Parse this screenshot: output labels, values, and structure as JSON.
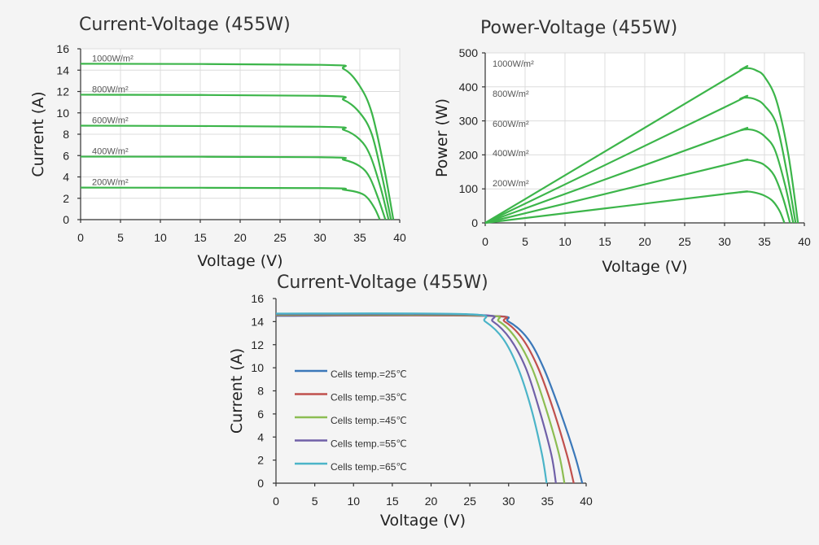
{
  "chart_data": [
    {
      "id": "iv-irradiance",
      "type": "line",
      "title": "Current-Voltage  (455W)",
      "xlabel": "Voltage (V)",
      "ylabel": "Current (A)",
      "xlim": [
        0,
        40
      ],
      "ylim": [
        0,
        16
      ],
      "xticks": [
        0,
        5,
        10,
        15,
        20,
        25,
        30,
        35,
        40
      ],
      "yticks": [
        0,
        2,
        4,
        6,
        8,
        10,
        12,
        14,
        16
      ],
      "grid": true,
      "series": [
        {
          "name": "1000W/m²",
          "color": "#3cb54a",
          "x": [
            0,
            30,
            33,
            35,
            36.5,
            38,
            39.2
          ],
          "y": [
            14.6,
            14.5,
            14.1,
            12.5,
            10,
            5,
            0
          ]
        },
        {
          "name": "800W/m²",
          "color": "#3cb54a",
          "x": [
            0,
            30,
            33,
            35,
            36.5,
            37.8,
            38.9
          ],
          "y": [
            11.7,
            11.6,
            11.2,
            10,
            8,
            4,
            0
          ]
        },
        {
          "name": "600W/m²",
          "color": "#3cb54a",
          "x": [
            0,
            30,
            33,
            35,
            36.3,
            37.6,
            38.6
          ],
          "y": [
            8.8,
            8.7,
            8.4,
            7.5,
            6,
            3,
            0
          ]
        },
        {
          "name": "400W/m²",
          "color": "#3cb54a",
          "x": [
            0,
            30,
            33,
            35,
            36.2,
            37.3,
            38.2
          ],
          "y": [
            5.9,
            5.85,
            5.6,
            5,
            4,
            2,
            0
          ]
        },
        {
          "name": "200W/m²",
          "color": "#3cb54a",
          "x": [
            0,
            30,
            33,
            35,
            36,
            36.9,
            37.5
          ],
          "y": [
            3.0,
            2.95,
            2.8,
            2.5,
            2,
            1,
            0
          ]
        }
      ]
    },
    {
      "id": "pv-irradiance",
      "type": "line",
      "title": "Power-Voltage  (455W)",
      "xlabel": "Voltage (V)",
      "ylabel": "Power (W)",
      "xlim": [
        0,
        40
      ],
      "ylim": [
        0,
        500
      ],
      "xticks": [
        0,
        5,
        10,
        15,
        20,
        25,
        30,
        35,
        40
      ],
      "yticks": [
        0,
        100,
        200,
        300,
        400,
        500
      ],
      "grid": true,
      "series": [
        {
          "name": "1000W/m²",
          "color": "#3cb54a",
          "x": [
            0,
            30,
            32,
            33,
            34,
            35,
            36.5,
            38,
            39.2
          ],
          "y": [
            0,
            420,
            450,
            455,
            448,
            430,
            360,
            200,
            0
          ]
        },
        {
          "name": "800W/m²",
          "color": "#3cb54a",
          "x": [
            0,
            30,
            32,
            33,
            34,
            35,
            36.5,
            37.8,
            38.9
          ],
          "y": [
            0,
            340,
            365,
            368,
            362,
            345,
            290,
            150,
            0
          ]
        },
        {
          "name": "600W/m²",
          "color": "#3cb54a",
          "x": [
            0,
            30,
            32,
            33,
            34,
            35,
            36.3,
            37.6,
            38.6
          ],
          "y": [
            0,
            255,
            272,
            275,
            270,
            255,
            215,
            110,
            0
          ]
        },
        {
          "name": "400W/m²",
          "color": "#3cb54a",
          "x": [
            0,
            30,
            32,
            33,
            34,
            35,
            36.2,
            37.3,
            38.2
          ],
          "y": [
            0,
            170,
            182,
            185,
            180,
            170,
            140,
            75,
            0
          ]
        },
        {
          "name": "200W/m²",
          "color": "#3cb54a",
          "x": [
            0,
            30,
            32,
            33,
            34,
            35,
            36,
            36.9,
            37.5
          ],
          "y": [
            0,
            85,
            90,
            92,
            88,
            80,
            65,
            35,
            0
          ]
        }
      ]
    },
    {
      "id": "iv-temperature",
      "type": "line",
      "title": "Current-Voltage  (455W)",
      "xlabel": "Voltage (V)",
      "ylabel": "Current (A)",
      "xlim": [
        0,
        40
      ],
      "ylim": [
        0,
        16
      ],
      "xticks": [
        0,
        5,
        10,
        15,
        20,
        25,
        30,
        35,
        40
      ],
      "yticks": [
        0,
        2,
        4,
        6,
        8,
        10,
        12,
        14,
        16
      ],
      "grid": false,
      "legend": "center-left",
      "series": [
        {
          "name": "Cells temp.=25℃",
          "color": "#3b78b9",
          "x": [
            0,
            27,
            30,
            32.5,
            34.5,
            36.5,
            38.5,
            39.5
          ],
          "y": [
            14.5,
            14.5,
            14.0,
            12.5,
            10.0,
            6.5,
            2.5,
            0
          ]
        },
        {
          "name": "Cells temp.=35℃",
          "color": "#c0504d",
          "x": [
            0,
            27,
            29.5,
            31.8,
            33.8,
            35.7,
            37.5,
            38.4
          ],
          "y": [
            14.55,
            14.5,
            14.0,
            12.5,
            10.0,
            6.5,
            2.5,
            0
          ]
        },
        {
          "name": "Cells temp.=45℃",
          "color": "#8cbd52",
          "x": [
            0,
            26,
            28.8,
            31,
            33,
            34.8,
            36.5,
            37.2
          ],
          "y": [
            14.6,
            14.55,
            14.0,
            12.5,
            10.0,
            6.5,
            2.5,
            0
          ]
        },
        {
          "name": "Cells temp.=55℃",
          "color": "#7060a8",
          "x": [
            0,
            25.5,
            28,
            30.2,
            32.2,
            33.9,
            35.5,
            36.1
          ],
          "y": [
            14.65,
            14.6,
            14.0,
            12.5,
            10.0,
            6.5,
            2.5,
            0
          ]
        },
        {
          "name": "Cells temp.=65℃",
          "color": "#4bb4c8",
          "x": [
            0,
            24.5,
            27,
            29.3,
            31.2,
            32.9,
            34.3,
            34.9
          ],
          "y": [
            14.7,
            14.65,
            14.0,
            12.5,
            10.0,
            6.5,
            2.5,
            0
          ]
        }
      ]
    }
  ]
}
